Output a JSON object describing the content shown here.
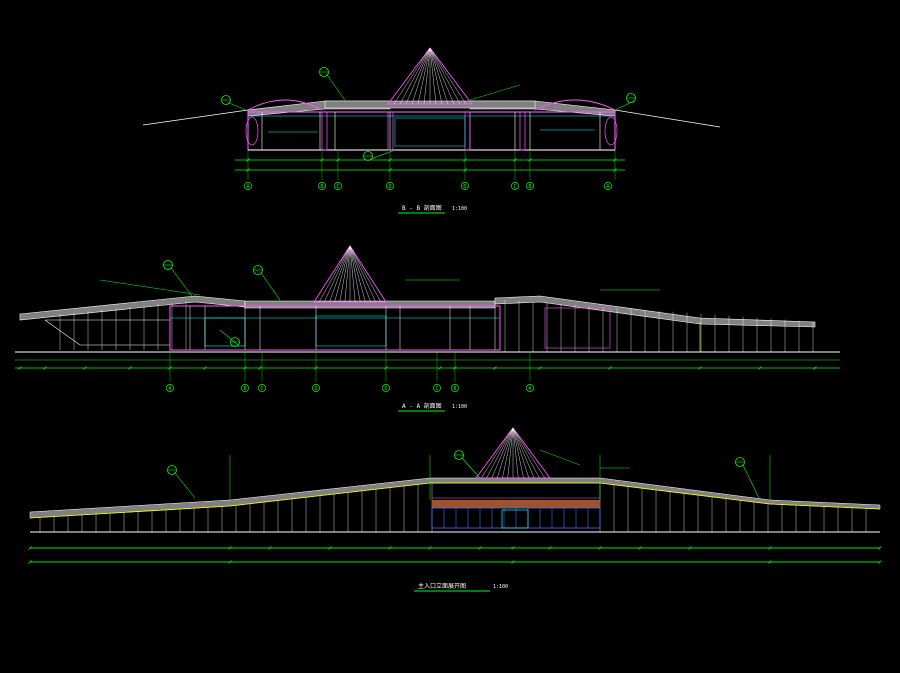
{
  "drawing": {
    "background": "#000000",
    "colors": {
      "structure": "#ffffff",
      "dimension": "#00ff00",
      "wall": "#ff55ff",
      "glass": "#00ffff",
      "roof_edge": "#ffff00",
      "roof_fill": "#808080",
      "wood": "#a0522d",
      "glazing_blue": "#3f6fff"
    },
    "section_1": {
      "title": "B - B   剖面图",
      "scale": "1:100",
      "axis_labels": [
        "A",
        "B",
        "C",
        "D",
        "D",
        "C",
        "B",
        "A"
      ]
    },
    "section_2": {
      "title": "A - A   剖面图",
      "scale": "1:100",
      "axis_labels": [
        "A",
        "B",
        "C",
        "D",
        "D",
        "C",
        "B",
        "A"
      ]
    },
    "elevation": {
      "title": "主入口立面展开图",
      "scale": "1:100"
    }
  }
}
